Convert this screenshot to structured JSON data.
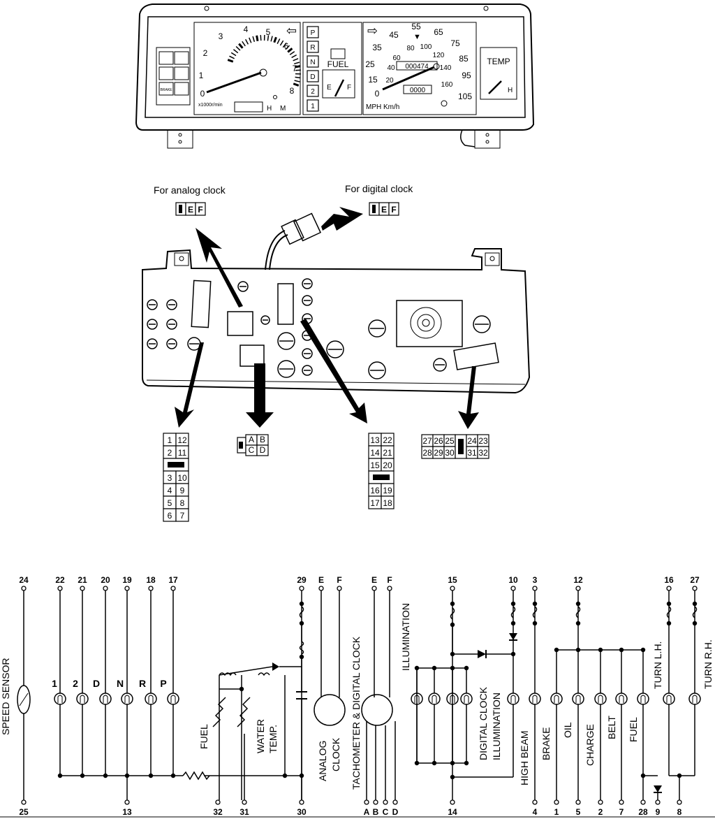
{
  "cluster_front": {
    "tach_numbers": [
      "0",
      "1",
      "2",
      "3",
      "4",
      "5",
      "6",
      "7",
      "8"
    ],
    "tach_unit": "x1000r/min",
    "tach_h": "H",
    "tach_m": "M",
    "gear_letters": [
      "P",
      "R",
      "N",
      "D",
      "2",
      "1"
    ],
    "fuel_label": "FUEL",
    "fuel_e": "E",
    "fuel_f": "F",
    "speed_mph": [
      "0",
      "15",
      "25",
      "35",
      "45",
      "55",
      "65",
      "75",
      "85",
      "95",
      "105"
    ],
    "speed_kmh": [
      "20",
      "40",
      "60",
      "80",
      "100",
      "120",
      "140",
      "160"
    ],
    "odometer": "000474",
    "trip": "0000",
    "speed_unit": "MPH Km/h",
    "temp_label": "TEMP",
    "temp_h": "H",
    "warning_brake": "BRAKE"
  },
  "connectors": {
    "analog_label": "For analog clock",
    "digital_label": "For digital clock",
    "analog_cells": [
      "E",
      "F"
    ],
    "digital_cells": [
      "E",
      "F"
    ],
    "conn1": [
      [
        "1",
        "12"
      ],
      [
        "2",
        "11"
      ],
      [
        "3",
        "10"
      ],
      [
        "4",
        "9"
      ],
      [
        "5",
        "8"
      ],
      [
        "6",
        "7"
      ]
    ],
    "conn_abcd": [
      [
        "A",
        "B"
      ],
      [
        "C",
        "D"
      ]
    ],
    "conn2": [
      [
        "13",
        "22"
      ],
      [
        "14",
        "21"
      ],
      [
        "15",
        "20"
      ],
      [
        "16",
        "19"
      ],
      [
        "17",
        "18"
      ]
    ],
    "conn3_top": [
      "27",
      "26",
      "25",
      "24",
      "23"
    ],
    "conn3_bottom": [
      "28",
      "29",
      "30",
      "31",
      "32"
    ]
  },
  "schematic": {
    "top_terminals": [
      "24",
      "22",
      "21",
      "20",
      "19",
      "18",
      "17",
      "29",
      "E",
      "F",
      "E",
      "F",
      "15",
      "10",
      "3",
      "12",
      "16",
      "27"
    ],
    "bottom_terminals": [
      "25",
      "13",
      "32",
      "31",
      "30",
      "A",
      "B",
      "C",
      "D",
      "14",
      "4",
      "1",
      "5",
      "2",
      "7",
      "28",
      "9",
      "8"
    ],
    "gear_lamps": [
      "1",
      "2",
      "D",
      "N",
      "R",
      "P"
    ],
    "speed_sensor": "SPEED SENSOR",
    "fuel_gauge": "FUEL",
    "water_temp_1": "WATER",
    "water_temp_2": "TEMP.",
    "analog_clock_1": "ANALOG",
    "analog_clock_2": "CLOCK",
    "tach_digital": "TACHOMETER & DIGITAL CLOCK",
    "illumination": "ILLUMINATION",
    "digital_illum_1": "DIGITAL CLOCK",
    "digital_illum_2": "ILLUMINATION",
    "high_beam": "HIGH BEAM",
    "brake": "BRAKE",
    "oil": "OIL",
    "charge": "CHARGE",
    "belt": "BELT",
    "fuel_warn": "FUEL",
    "turn_lh": "TURN L.H.",
    "turn_rh": "TURN R.H."
  }
}
